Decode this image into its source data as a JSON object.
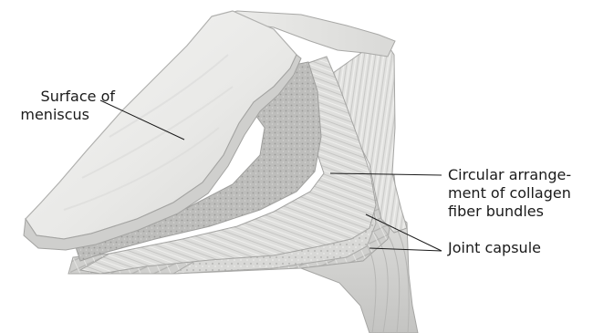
{
  "labels": {
    "surface": {
      "lines": [
        "Surface of",
        "meniscus"
      ]
    },
    "circular": {
      "lines": [
        "Circular arrange-",
        "ment of collagen",
        "fiber bundles"
      ]
    },
    "capsule": {
      "lines": [
        "Joint capsule"
      ]
    }
  }
}
